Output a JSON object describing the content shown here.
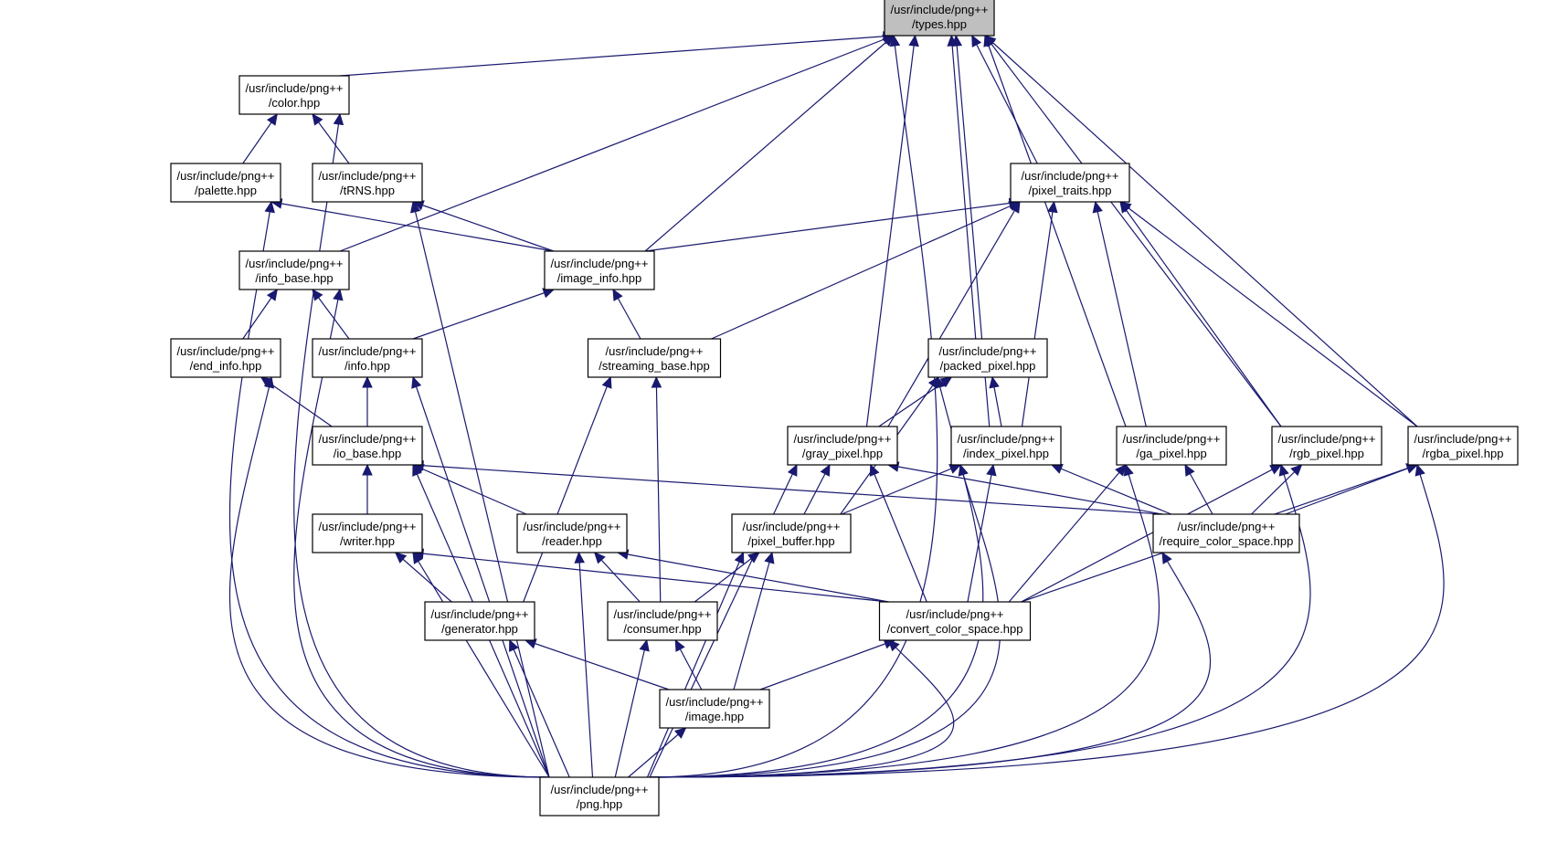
{
  "nodes": [
    {
      "id": "types",
      "line1": "/usr/include/png++",
      "line2": "/types.hpp",
      "highlight": true
    },
    {
      "id": "color",
      "line1": "/usr/include/png++",
      "line2": "/color.hpp"
    },
    {
      "id": "palette",
      "line1": "/usr/include/png++",
      "line2": "/palette.hpp"
    },
    {
      "id": "trns",
      "line1": "/usr/include/png++",
      "line2": "/tRNS.hpp"
    },
    {
      "id": "pixel_traits",
      "line1": "/usr/include/png++",
      "line2": "/pixel_traits.hpp"
    },
    {
      "id": "info_base",
      "line1": "/usr/include/png++",
      "line2": "/info_base.hpp"
    },
    {
      "id": "image_info",
      "line1": "/usr/include/png++",
      "line2": "/image_info.hpp"
    },
    {
      "id": "end_info",
      "line1": "/usr/include/png++",
      "line2": "/end_info.hpp"
    },
    {
      "id": "info",
      "line1": "/usr/include/png++",
      "line2": "/info.hpp"
    },
    {
      "id": "streaming_base",
      "line1": "/usr/include/png++",
      "line2": "/streaming_base.hpp"
    },
    {
      "id": "packed_pixel",
      "line1": "/usr/include/png++",
      "line2": "/packed_pixel.hpp"
    },
    {
      "id": "io_base",
      "line1": "/usr/include/png++",
      "line2": "/io_base.hpp"
    },
    {
      "id": "gray_pixel",
      "line1": "/usr/include/png++",
      "line2": "/gray_pixel.hpp"
    },
    {
      "id": "index_pixel",
      "line1": "/usr/include/png++",
      "line2": "/index_pixel.hpp"
    },
    {
      "id": "ga_pixel",
      "line1": "/usr/include/png++",
      "line2": "/ga_pixel.hpp"
    },
    {
      "id": "rgb_pixel",
      "line1": "/usr/include/png++",
      "line2": "/rgb_pixel.hpp"
    },
    {
      "id": "rgba_pixel",
      "line1": "/usr/include/png++",
      "line2": "/rgba_pixel.hpp"
    },
    {
      "id": "writer",
      "line1": "/usr/include/png++",
      "line2": "/writer.hpp"
    },
    {
      "id": "reader",
      "line1": "/usr/include/png++",
      "line2": "/reader.hpp"
    },
    {
      "id": "pixel_buffer",
      "line1": "/usr/include/png++",
      "line2": "/pixel_buffer.hpp"
    },
    {
      "id": "require_color_space",
      "line1": "/usr/include/png++",
      "line2": "/require_color_space.hpp"
    },
    {
      "id": "generator",
      "line1": "/usr/include/png++",
      "line2": "/generator.hpp"
    },
    {
      "id": "consumer",
      "line1": "/usr/include/png++",
      "line2": "/consumer.hpp"
    },
    {
      "id": "convert_color_space",
      "line1": "/usr/include/png++",
      "line2": "/convert_color_space.hpp"
    },
    {
      "id": "image",
      "line1": "/usr/include/png++",
      "line2": "/image.hpp"
    },
    {
      "id": "png",
      "line1": "/usr/include/png++",
      "line2": "/png.hpp"
    }
  ],
  "edges": [
    [
      "color",
      "types"
    ],
    [
      "info_base",
      "types"
    ],
    [
      "image_info",
      "types"
    ],
    [
      "pixel_traits",
      "types"
    ],
    [
      "packed_pixel",
      "types"
    ],
    [
      "gray_pixel",
      "types"
    ],
    [
      "index_pixel",
      "types"
    ],
    [
      "ga_pixel",
      "types"
    ],
    [
      "rgb_pixel",
      "types"
    ],
    [
      "rgba_pixel",
      "types"
    ],
    [
      "png",
      "types"
    ],
    [
      "palette",
      "color"
    ],
    [
      "trns",
      "color"
    ],
    [
      "png",
      "color"
    ],
    [
      "image_info",
      "palette"
    ],
    [
      "png",
      "palette"
    ],
    [
      "image_info",
      "trns"
    ],
    [
      "png",
      "trns"
    ],
    [
      "image_info",
      "pixel_traits"
    ],
    [
      "streaming_base",
      "pixel_traits"
    ],
    [
      "gray_pixel",
      "pixel_traits"
    ],
    [
      "index_pixel",
      "pixel_traits"
    ],
    [
      "ga_pixel",
      "pixel_traits"
    ],
    [
      "rgb_pixel",
      "pixel_traits"
    ],
    [
      "rgba_pixel",
      "pixel_traits"
    ],
    [
      "end_info",
      "info_base"
    ],
    [
      "info",
      "info_base"
    ],
    [
      "png",
      "info_base"
    ],
    [
      "info",
      "image_info"
    ],
    [
      "streaming_base",
      "image_info"
    ],
    [
      "io_base",
      "end_info"
    ],
    [
      "png",
      "end_info"
    ],
    [
      "io_base",
      "info"
    ],
    [
      "png",
      "info"
    ],
    [
      "generator",
      "streaming_base"
    ],
    [
      "consumer",
      "streaming_base"
    ],
    [
      "gray_pixel",
      "packed_pixel"
    ],
    [
      "index_pixel",
      "packed_pixel"
    ],
    [
      "pixel_buffer",
      "packed_pixel"
    ],
    [
      "png",
      "packed_pixel"
    ],
    [
      "writer",
      "io_base"
    ],
    [
      "reader",
      "io_base"
    ],
    [
      "require_color_space",
      "io_base"
    ],
    [
      "png",
      "io_base"
    ],
    [
      "pixel_buffer",
      "gray_pixel"
    ],
    [
      "require_color_space",
      "gray_pixel"
    ],
    [
      "convert_color_space",
      "gray_pixel"
    ],
    [
      "png",
      "gray_pixel"
    ],
    [
      "pixel_buffer",
      "index_pixel"
    ],
    [
      "require_color_space",
      "index_pixel"
    ],
    [
      "convert_color_space",
      "index_pixel"
    ],
    [
      "png",
      "index_pixel"
    ],
    [
      "require_color_space",
      "ga_pixel"
    ],
    [
      "convert_color_space",
      "ga_pixel"
    ],
    [
      "png",
      "ga_pixel"
    ],
    [
      "require_color_space",
      "rgb_pixel"
    ],
    [
      "convert_color_space",
      "rgb_pixel"
    ],
    [
      "png",
      "rgb_pixel"
    ],
    [
      "require_color_space",
      "rgba_pixel"
    ],
    [
      "convert_color_space",
      "rgba_pixel"
    ],
    [
      "png",
      "rgba_pixel"
    ],
    [
      "generator",
      "writer"
    ],
    [
      "convert_color_space",
      "writer"
    ],
    [
      "png",
      "writer"
    ],
    [
      "consumer",
      "reader"
    ],
    [
      "convert_color_space",
      "reader"
    ],
    [
      "png",
      "reader"
    ],
    [
      "consumer",
      "pixel_buffer"
    ],
    [
      "image",
      "pixel_buffer"
    ],
    [
      "png",
      "pixel_buffer"
    ],
    [
      "png",
      "require_color_space"
    ],
    [
      "image",
      "generator"
    ],
    [
      "png",
      "generator"
    ],
    [
      "image",
      "consumer"
    ],
    [
      "png",
      "consumer"
    ],
    [
      "image",
      "convert_color_space"
    ],
    [
      "png",
      "convert_color_space"
    ],
    [
      "png",
      "image"
    ]
  ],
  "colors": {
    "edge": "#191970",
    "root_fill": "#bfbfbf",
    "node_border": "#000000"
  }
}
